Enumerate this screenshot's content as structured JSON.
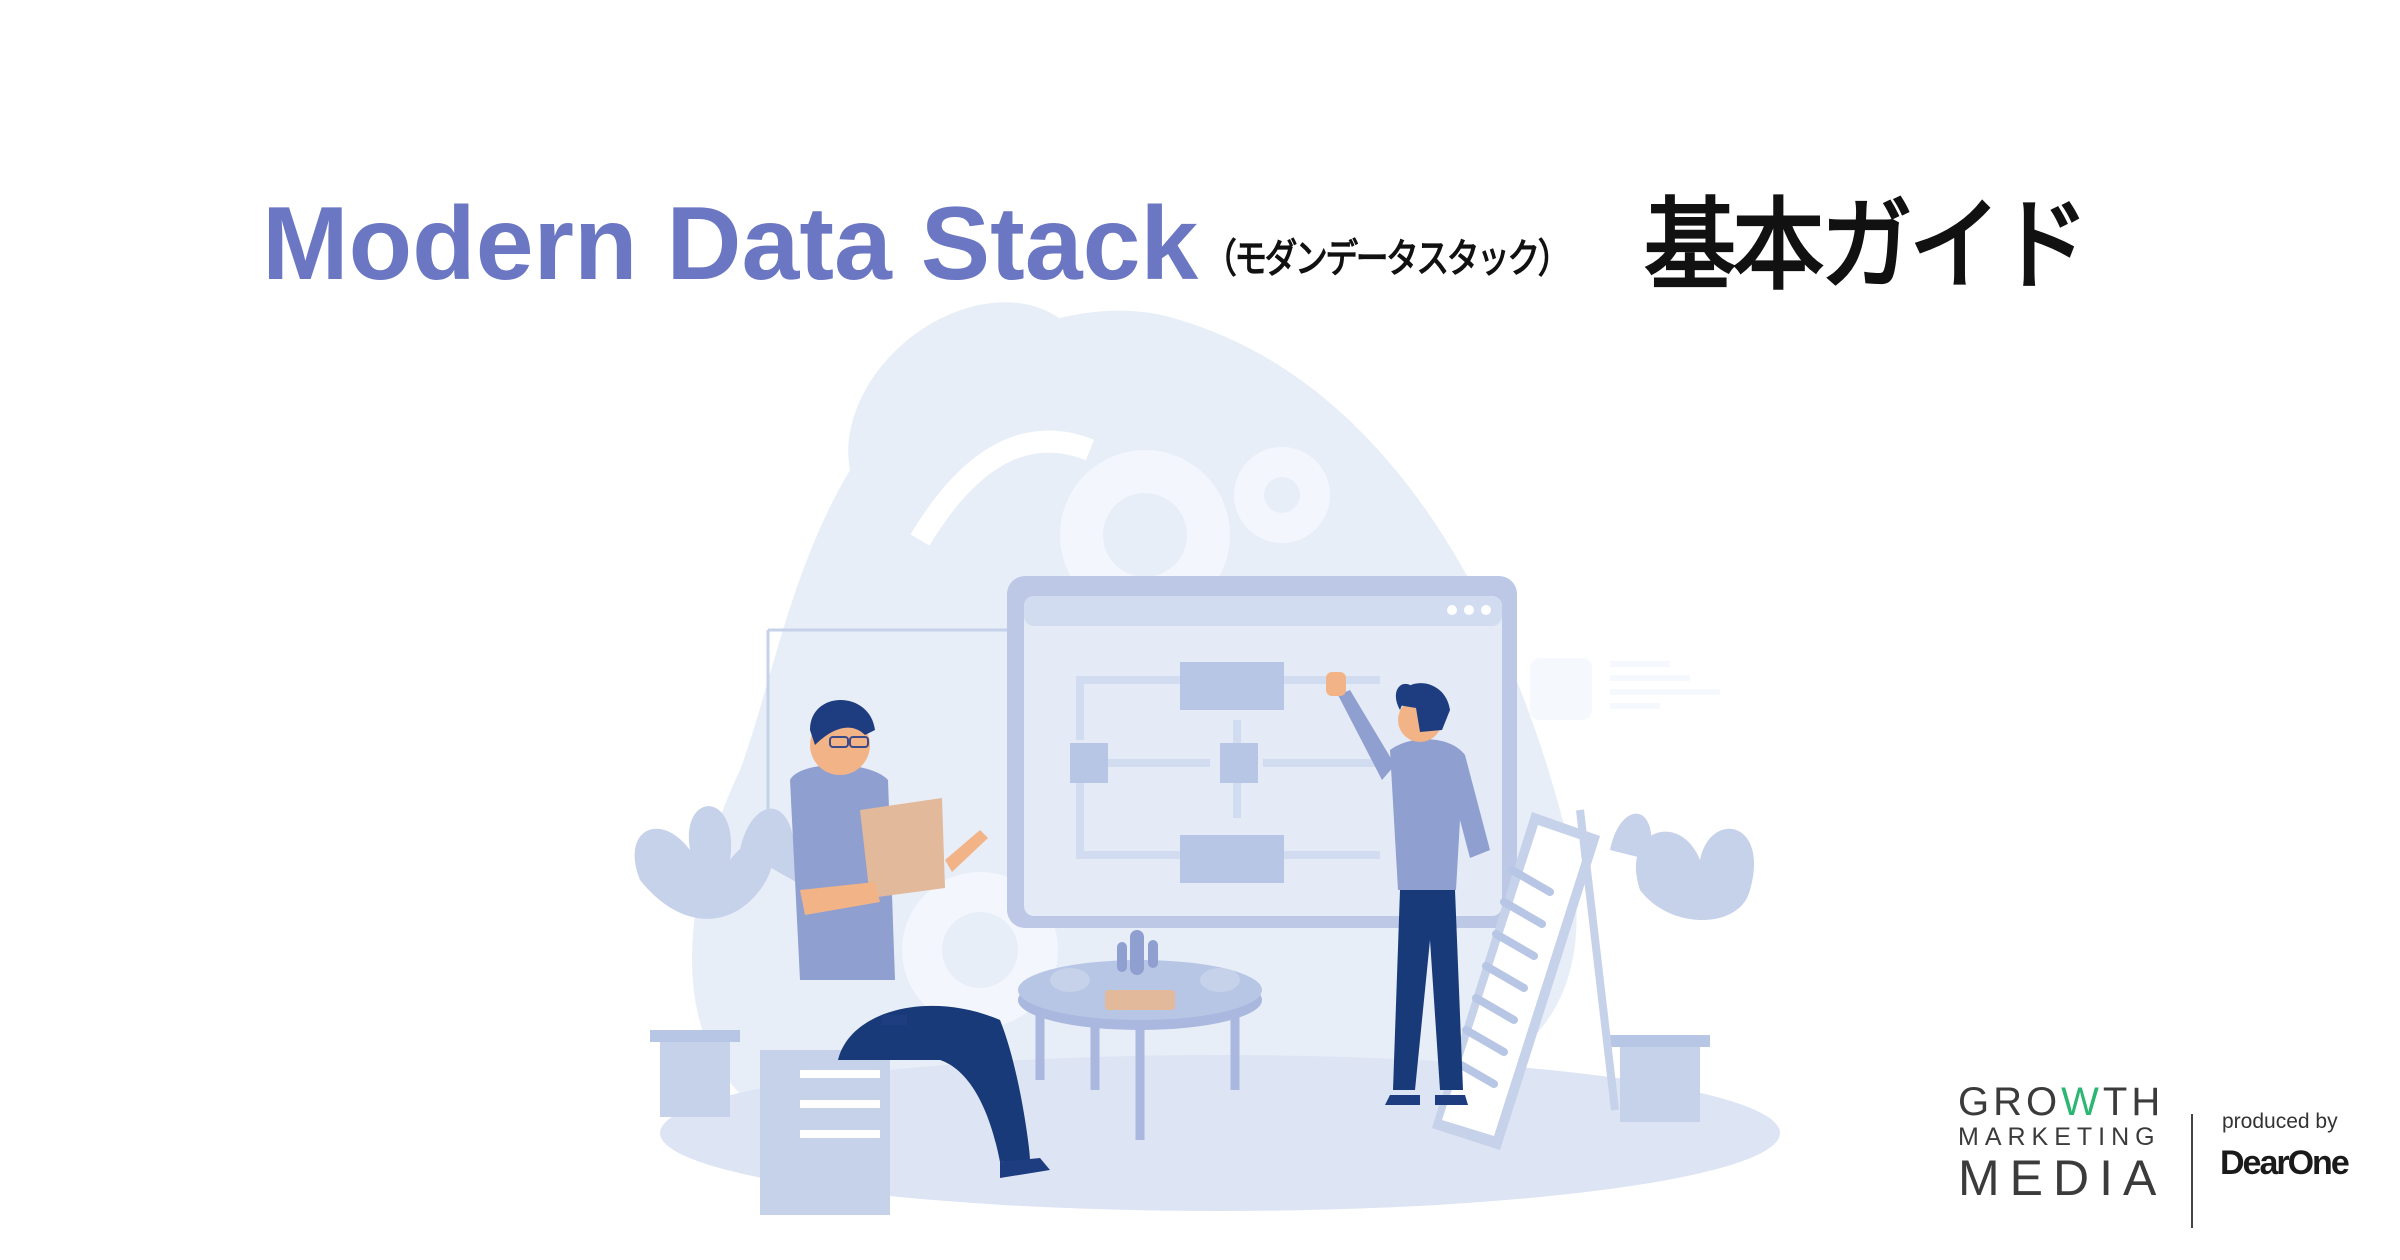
{
  "title": {
    "english": "Modern Data Stack",
    "katakana": "（モダンデータスタック）",
    "japanese": "基本ガイド"
  },
  "illustration": {
    "description": "Two people reviewing a flowchart on a large screen, one seated with a laptop, one standing pointing at the screen",
    "colors": {
      "blob": "#e8eef8",
      "screen_frame": "#bcc8e6",
      "screen_inner": "#e4ebf7",
      "flow_box": "#b8c6e6",
      "shirt": "#8e9fd0",
      "pants": "#183a78",
      "skin": "#f2b487",
      "hair": "#1e3d80",
      "laptop": "#e2b99a",
      "table": "#aab7df",
      "floor": "#dde4f3"
    }
  },
  "branding": {
    "brand_line1_pre": "GRO",
    "brand_line1_accent": "W",
    "brand_line1_post": "TH",
    "brand_line2": "MARKETING",
    "brand_line3": "MEDIA",
    "produced_by": "produced by",
    "company": "DearOne",
    "accent_color": "#2bb673"
  },
  "colors": {
    "title_english": "#6b77c2",
    "title_japanese": "#111111",
    "background": "#ffffff"
  }
}
